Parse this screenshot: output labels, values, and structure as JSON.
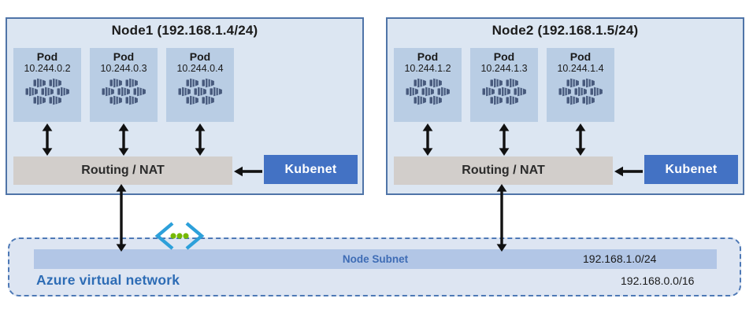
{
  "nodes": [
    {
      "title": "Node1 (192.168.1.4/24)",
      "pods": [
        {
          "label": "Pod",
          "ip": "10.244.0.2"
        },
        {
          "label": "Pod",
          "ip": "10.244.0.3"
        },
        {
          "label": "Pod",
          "ip": "10.244.0.4"
        }
      ],
      "router_label": "Routing / NAT",
      "agent_label": "Kubenet"
    },
    {
      "title": "Node2 (192.168.1.5/24)",
      "pods": [
        {
          "label": "Pod",
          "ip": "10.244.1.2"
        },
        {
          "label": "Pod",
          "ip": "10.244.1.3"
        },
        {
          "label": "Pod",
          "ip": "10.244.1.4"
        }
      ],
      "router_label": "Routing / NAT",
      "agent_label": "Kubenet"
    }
  ],
  "vnet": {
    "label": "Azure virtual network",
    "cidr": "192.168.0.0/16",
    "subnet_label": "Node Subnet",
    "subnet_cidr": "192.168.1.0/24"
  },
  "icons": {
    "pod_workload": "container-icons",
    "network": "virtual-network-icon"
  },
  "colors": {
    "node_fill": "#dce6f2",
    "node_border": "#4f74a8",
    "pod_fill": "#b9cde4",
    "router_fill": "#d2cecb",
    "kubenet_fill": "#4372c4",
    "subnet_band_fill": "#b2c6e6",
    "vnet_fill": "#dde5f2",
    "vnet_border": "#4e79b6",
    "vnet_label_text": "#2d6cb5",
    "subnet_label_text": "#3e6cb5",
    "arrow": "#111111",
    "chevron_blue": "#2da0da",
    "dot_green": "#76b900",
    "container_icon": "#47597c"
  }
}
